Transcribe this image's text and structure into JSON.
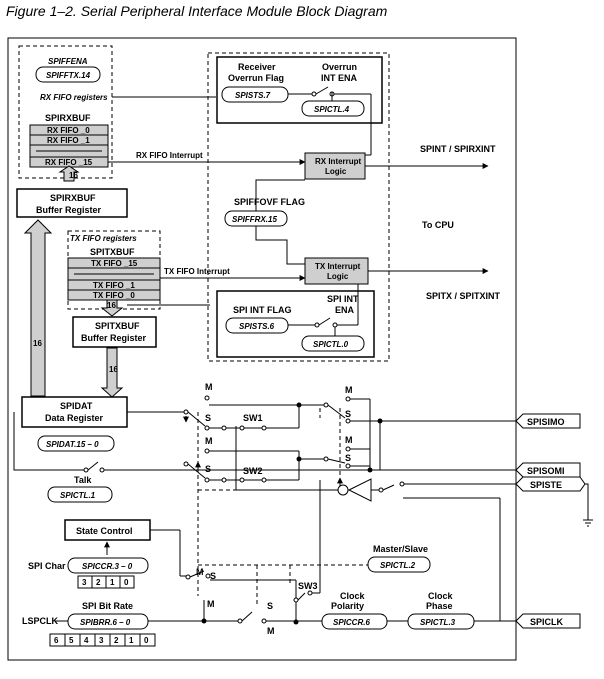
{
  "figure": {
    "title": "Figure 1–2.  Serial Peripheral Interface Module Block Diagram"
  },
  "rx_fifo": {
    "group_label": "RX FIFO registers",
    "ena_title": "SPIFFENA",
    "ena_reg": "SPIFFTX.14",
    "buf_name": "SPIRXBUF",
    "rows": [
      "RX FIFO _0",
      "RX FIFO _1",
      "RX FIFO _15"
    ],
    "width": "16",
    "buffer_title": "SPIRXBUF",
    "buffer_sub": "Buffer Register",
    "interrupt_line": "RX FIFO Interrupt"
  },
  "tx_fifo": {
    "group_label": "TX FIFO registers",
    "buf_name": "SPITXBUF",
    "rows": [
      "TX FIFO _15",
      "TX FIFO _1",
      "TX FIFO _0"
    ],
    "width_top": "16",
    "buffer_title": "SPITXBUF",
    "buffer_sub": "Buffer Register",
    "width_bottom": "16",
    "interrupt_line": "TX FIFO Interrupt"
  },
  "interrupts": {
    "rx_overrun_title1": "Receiver",
    "rx_overrun_title2": "Overrun Flag",
    "rx_overrun_reg": "SPISTS.7",
    "overrun_ena1": "Overrun",
    "overrun_ena2": "INT ENA",
    "overrun_ena_reg": "SPICTL.4",
    "rx_logic1": "RX Interrupt",
    "rx_logic2": "Logic",
    "ffovf_flag": "SPIFFOVF FLAG",
    "ffovf_reg": "SPIFFRX.15",
    "tx_logic1": "TX Interrupt",
    "tx_logic2": "Logic",
    "int_flag": "SPI INT FLAG",
    "int_flag_reg": "SPISTS.6",
    "int_ena1": "SPI INT",
    "int_ena2": "ENA",
    "int_ena_reg": "SPICTL.0",
    "rx_out": "SPINT / SPIRXINT",
    "to_cpu": "To CPU",
    "tx_out": "SPITX / SPITXINT"
  },
  "core": {
    "left_width": "16",
    "dat_title": "SPIDAT",
    "dat_sub": "Data Register",
    "dat_reg": "SPIDAT.15 – 0",
    "talk": "Talk",
    "talk_reg": "SPICTL.1",
    "sw1": "SW1",
    "sw2": "SW2",
    "sw3": "SW3",
    "m": "M",
    "s": "S"
  },
  "control": {
    "state_control": "State Control",
    "spi_char": "SPI Char",
    "spi_char_reg": "SPICCR.3 – 0",
    "char_bits": [
      "3",
      "2",
      "1",
      "0"
    ],
    "master_slave": "Master/Slave",
    "master_slave_reg": "SPICTL.2",
    "bit_rate": "SPI Bit Rate",
    "lspclk": "LSPCLK",
    "brr_reg": "SPIBRR.6 – 0",
    "brr_bits": [
      "6",
      "5",
      "4",
      "3",
      "2",
      "1",
      "0"
    ],
    "clock_polarity1": "Clock",
    "clock_polarity2": "Polarity",
    "polarity_reg": "SPICCR.6",
    "clock_phase1": "Clock",
    "clock_phase2": "Phase",
    "phase_reg": "SPICTL.3"
  },
  "pins": [
    "SPISIMO",
    "SPISOMI",
    "SPISTE",
    "SPICLK"
  ]
}
